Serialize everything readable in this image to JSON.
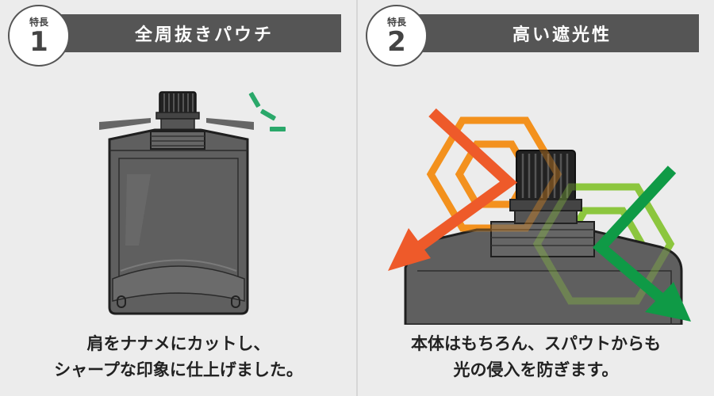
{
  "features": [
    {
      "badge_label": "特長",
      "badge_number": "1",
      "title": "全周抜きパウチ",
      "caption_line1": "肩をナナメにカットし、",
      "caption_line2": "シャープな印象に仕上げました。"
    },
    {
      "badge_label": "特長",
      "badge_number": "2",
      "title": "高い遮光性",
      "caption_line1": "本体はもちろん、スパウトからも",
      "caption_line2": "光の侵入を防ぎます。"
    }
  ],
  "colors": {
    "banner": "#555555",
    "pouch": "#5f5f5f",
    "accent_green": "#2aa86a",
    "arrow_orange": "#ee5a2a",
    "hex_orange": "#f3911e",
    "hex_green": "#8cc63e",
    "arrow_green": "#0f9a46"
  }
}
